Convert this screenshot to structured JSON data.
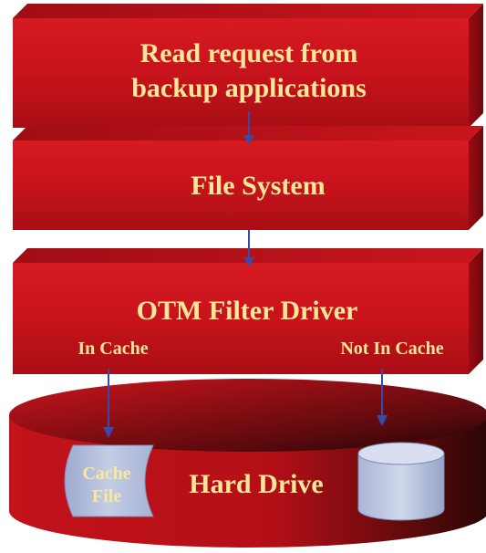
{
  "blocks": {
    "read_request": {
      "line1": "Read request from",
      "line2": "backup applications"
    },
    "file_system": {
      "label": "File System"
    },
    "otm_filter": {
      "label": "OTM Filter Driver",
      "left_label": "In Cache",
      "right_label": "Not In Cache"
    }
  },
  "hard_drive": {
    "label": "Hard Drive",
    "cache_file": {
      "line1": "Cache",
      "line2": "File"
    }
  },
  "colors": {
    "block_front": "#c8131c",
    "block_top": "#b51018",
    "block_side": "#8e0a10",
    "title_text": "#fbe79a",
    "arrow": "#3a4aa8",
    "cache_fill": "#b7c2df",
    "disk_fill": "#c2cbe4"
  }
}
